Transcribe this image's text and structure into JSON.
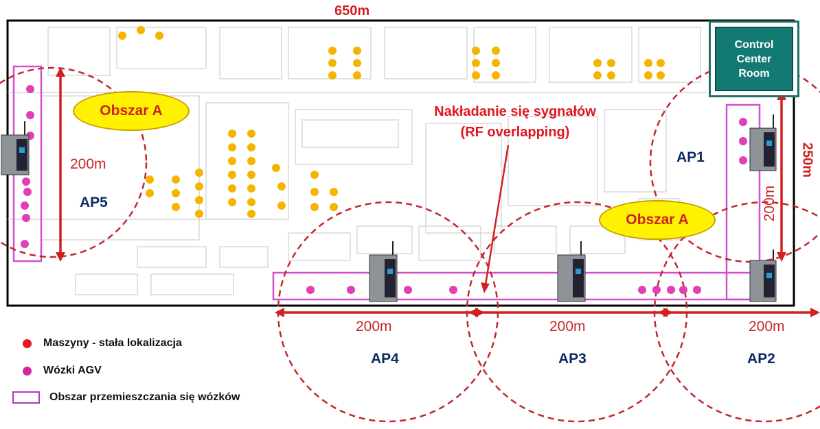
{
  "top_dimension": "650m",
  "right_dimension": "250m",
  "control_center": {
    "line1": "Control",
    "line2": "Center",
    "line3": "Room"
  },
  "zones": {
    "zone_left": "Obszar A",
    "zone_right": "Obszar A"
  },
  "overlap": {
    "line1": "Nakładanie się sygnałów",
    "line2": "(RF overlapping)"
  },
  "access_points": [
    {
      "id": "AP5",
      "label": "AP5"
    },
    {
      "id": "AP1",
      "label": "AP1"
    },
    {
      "id": "AP4",
      "label": "AP4"
    },
    {
      "id": "AP3",
      "label": "AP3"
    },
    {
      "id": "AP2",
      "label": "AP2"
    }
  ],
  "distances": {
    "ap5_vertical": "200m",
    "ap1_vertical": "200m",
    "bottom_1": "200m",
    "bottom_2": "200m",
    "bottom_3": "200m"
  },
  "legend": {
    "machines": "Maszyny - stała lokalizacja",
    "agv": "Wózki AGV",
    "area": "Obszar przemieszczania się wózków"
  },
  "colors": {
    "machine": "#f5b400",
    "agv": "#e23fb6",
    "legend_machine": "#e8191c",
    "legend_agv": "#d7269a",
    "path": "#d44fd0",
    "circle": "#c1272d",
    "arrow": "#d0211f"
  }
}
